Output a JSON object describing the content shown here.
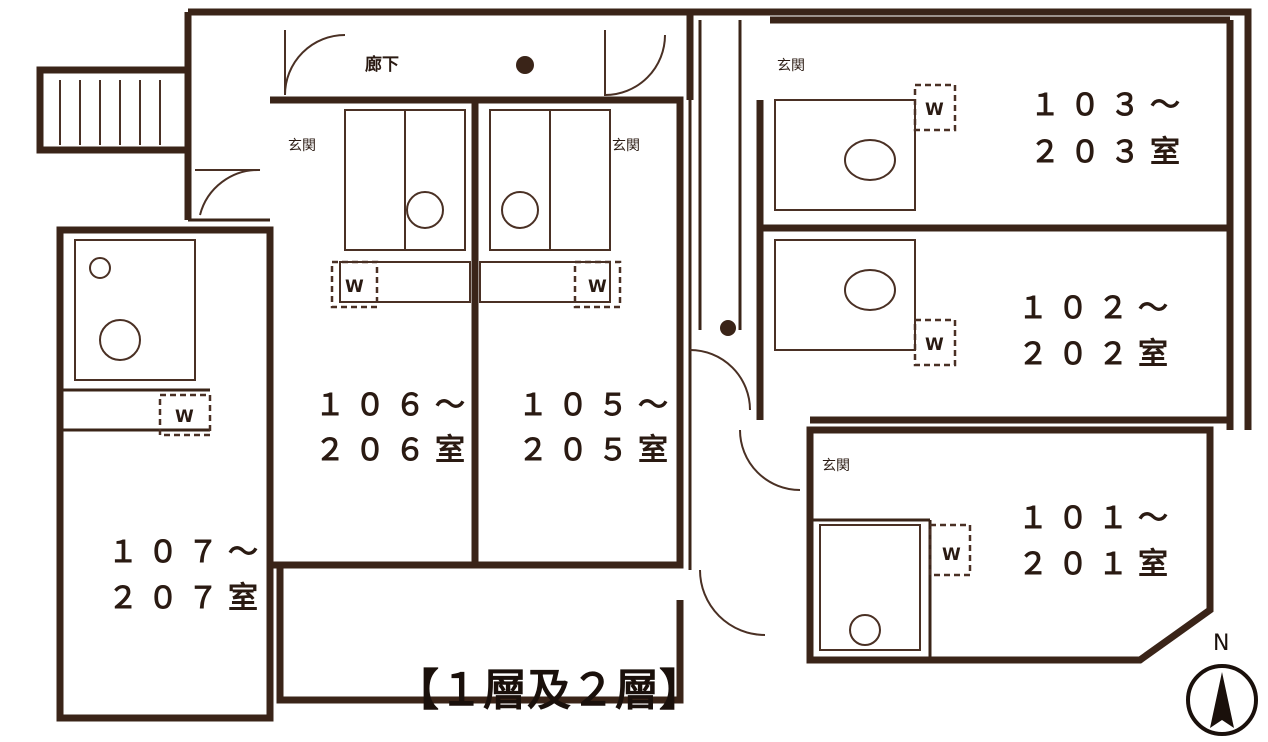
{
  "floor_title": "【１層及２層】",
  "corridor_label": "廊下",
  "entrance_label": "玄関",
  "wardrobe_label": "W",
  "north_label": "N",
  "rooms": {
    "r103": {
      "line1": "１０３～",
      "line2": "２０３室"
    },
    "r102": {
      "line1": "１０２～",
      "line2": "２０２室"
    },
    "r101": {
      "line1": "１０１～",
      "line2": "２０１室"
    },
    "r106": {
      "line1": "１０６～",
      "line2": "２０６室"
    },
    "r105": {
      "line1": "１０５～",
      "line2": "２０５室"
    },
    "r107": {
      "line1": "１０７～",
      "line2": "２０７室"
    }
  },
  "colors": {
    "wall": "#3a2418",
    "background": "#ffffff"
  }
}
